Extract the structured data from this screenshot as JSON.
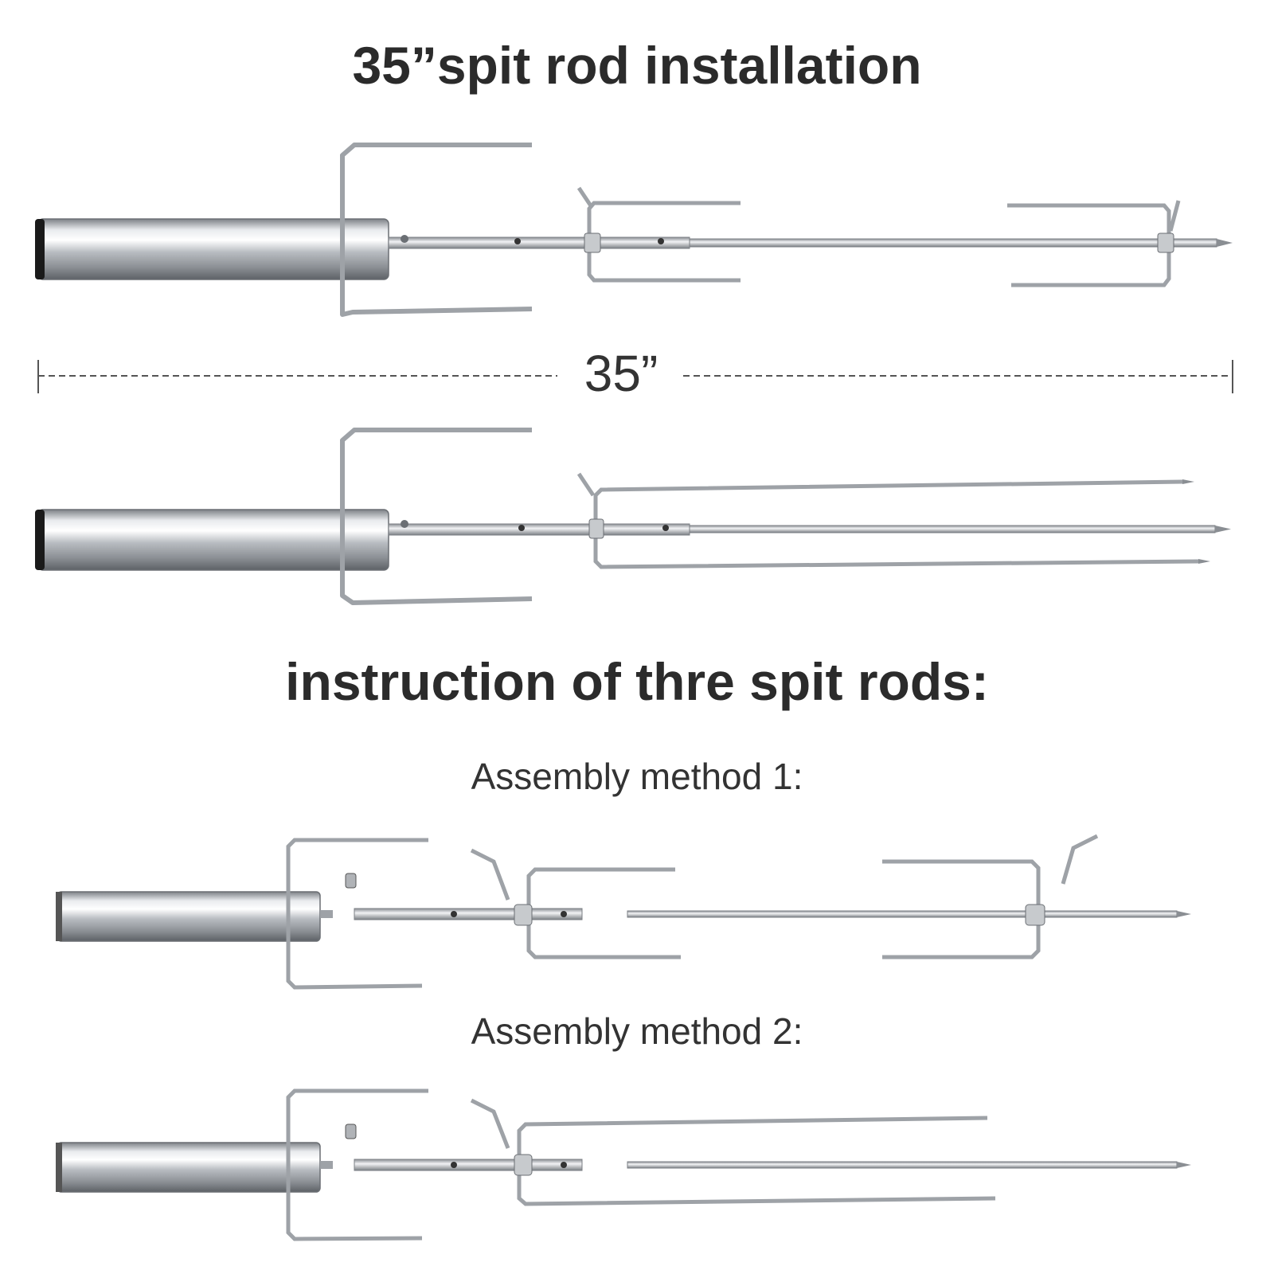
{
  "header": {
    "title": "35”spit rod installation"
  },
  "dimension": {
    "label": "35”"
  },
  "section": {
    "title": "instruction of thre spit rods:"
  },
  "methods": [
    {
      "label": "Assembly method 1:"
    },
    {
      "label": "Assembly method 2:"
    }
  ],
  "colors": {
    "text": "#2b2b2b",
    "steel": "#b9bcc0",
    "steel_dark": "#6f7378",
    "cap": "#1a1a1a"
  }
}
